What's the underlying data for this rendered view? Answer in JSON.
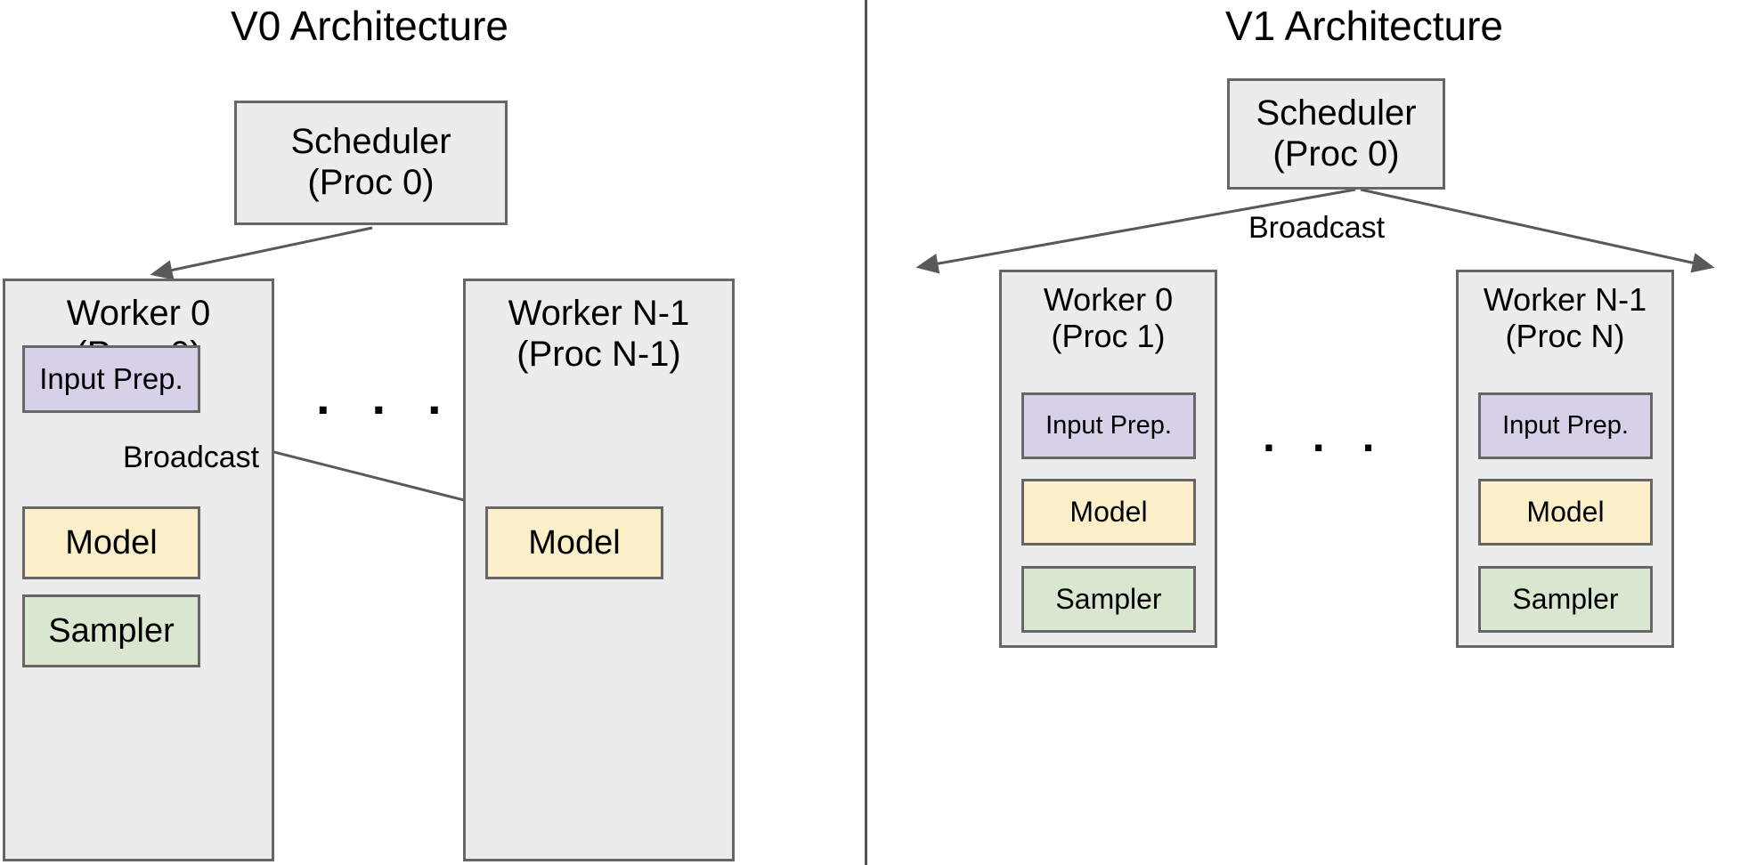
{
  "colors": {
    "box_border": "#666666",
    "container_fill": "#ECECEC",
    "input_prep_fill": "#D6D0E8",
    "model_fill": "#FAEFC9",
    "sampler_fill": "#D9E7D0",
    "arrow": "#595959",
    "divider": "#555555",
    "text": "#000000"
  },
  "panels": [
    {
      "id": "v0",
      "title": "V0 Architecture",
      "scheduler": {
        "line1": "Scheduler",
        "line2": "(Proc 0)"
      },
      "workers": [
        {
          "id": "worker-0",
          "line1": "Worker 0",
          "line2": "(Proc 0)",
          "components": [
            {
              "id": "input-prep",
              "label": "Input Prep."
            },
            {
              "id": "model",
              "label": "Model"
            },
            {
              "id": "sampler",
              "label": "Sampler"
            }
          ]
        },
        {
          "id": "worker-n-1",
          "line1": "Worker N-1",
          "line2": "(Proc N-1)",
          "components": [
            {
              "id": "model",
              "label": "Model"
            }
          ]
        }
      ],
      "ellipsis": ". . .",
      "edge_labels": [
        {
          "id": "broadcast",
          "text": "Broadcast"
        }
      ]
    },
    {
      "id": "v1",
      "title": "V1 Architecture",
      "scheduler": {
        "line1": "Scheduler",
        "line2": "(Proc 0)"
      },
      "workers": [
        {
          "id": "worker-0",
          "line1": "Worker 0",
          "line2": "(Proc 1)",
          "components": [
            {
              "id": "input-prep",
              "label": "Input Prep."
            },
            {
              "id": "model",
              "label": "Model"
            },
            {
              "id": "sampler",
              "label": "Sampler"
            }
          ]
        },
        {
          "id": "worker-n-1",
          "line1": "Worker N-1",
          "line2": "(Proc N)",
          "components": [
            {
              "id": "input-prep",
              "label": "Input Prep."
            },
            {
              "id": "model",
              "label": "Model"
            },
            {
              "id": "sampler",
              "label": "Sampler"
            }
          ]
        }
      ],
      "ellipsis": ". . .",
      "edge_labels": [
        {
          "id": "broadcast",
          "text": "Broadcast"
        }
      ]
    }
  ]
}
